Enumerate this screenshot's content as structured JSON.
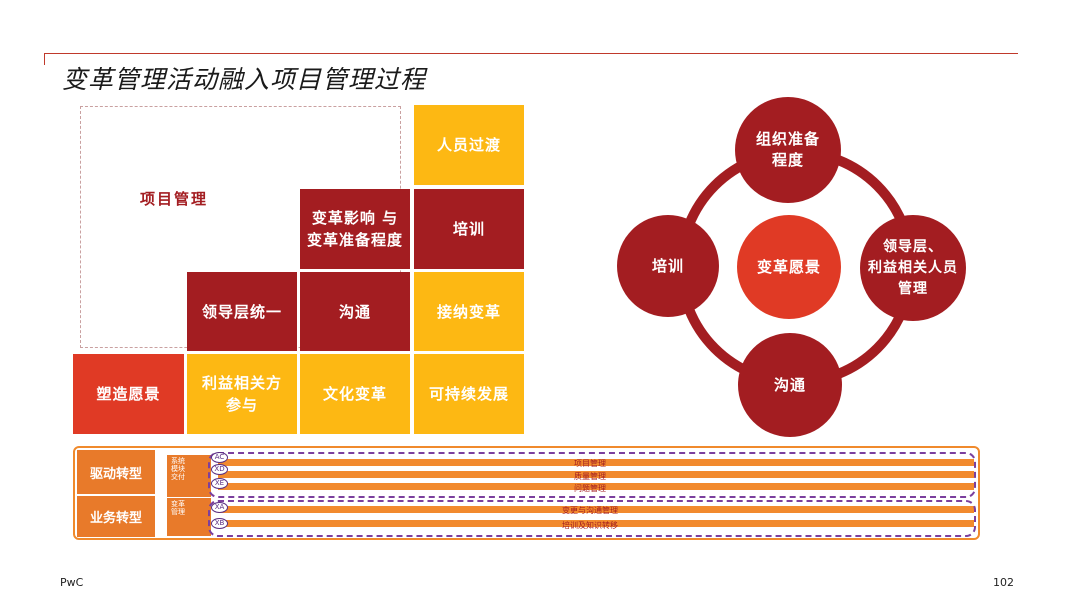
{
  "title": "变革管理活动融入项目管理过程",
  "grid": {
    "project_management": "项目管理",
    "cells": {
      "personnel_transition": "人员过渡",
      "impact_readiness": "变革影响 与\n变革准备程度",
      "training": "培训",
      "leadership_unity": "领导层统一",
      "communication": "沟通",
      "accept_change": "接纳变革",
      "shape_vision": "塑造愿景",
      "stakeholder_participation": "利益相关方\n参与",
      "culture_change": "文化变革",
      "sustainable_development": "可持续发展"
    }
  },
  "wheel": {
    "center": "变革愿景",
    "top": "组织准备\n程度",
    "right": "领导层、\n利益相关人员\n管理",
    "bottom": "沟通",
    "left": "培训"
  },
  "bottom": {
    "driver_label": "驱动转型",
    "business_label": "业务转型",
    "system_module": "系统\n模块\n交付",
    "change_mgmt": "变革\n管理",
    "tags": [
      "AC",
      "XD",
      "XE",
      "XA",
      "XB"
    ],
    "bars": [
      "项目管理",
      "质量管理",
      "问题管理",
      "变更与沟通管理",
      "培训及知识转移"
    ]
  },
  "footer": {
    "brand": "PwC",
    "page": "102"
  },
  "colors": {
    "dark_red": "#a31d21",
    "yellow": "#fdb813",
    "red": "#e03a25",
    "orange": "#f08a2c"
  }
}
